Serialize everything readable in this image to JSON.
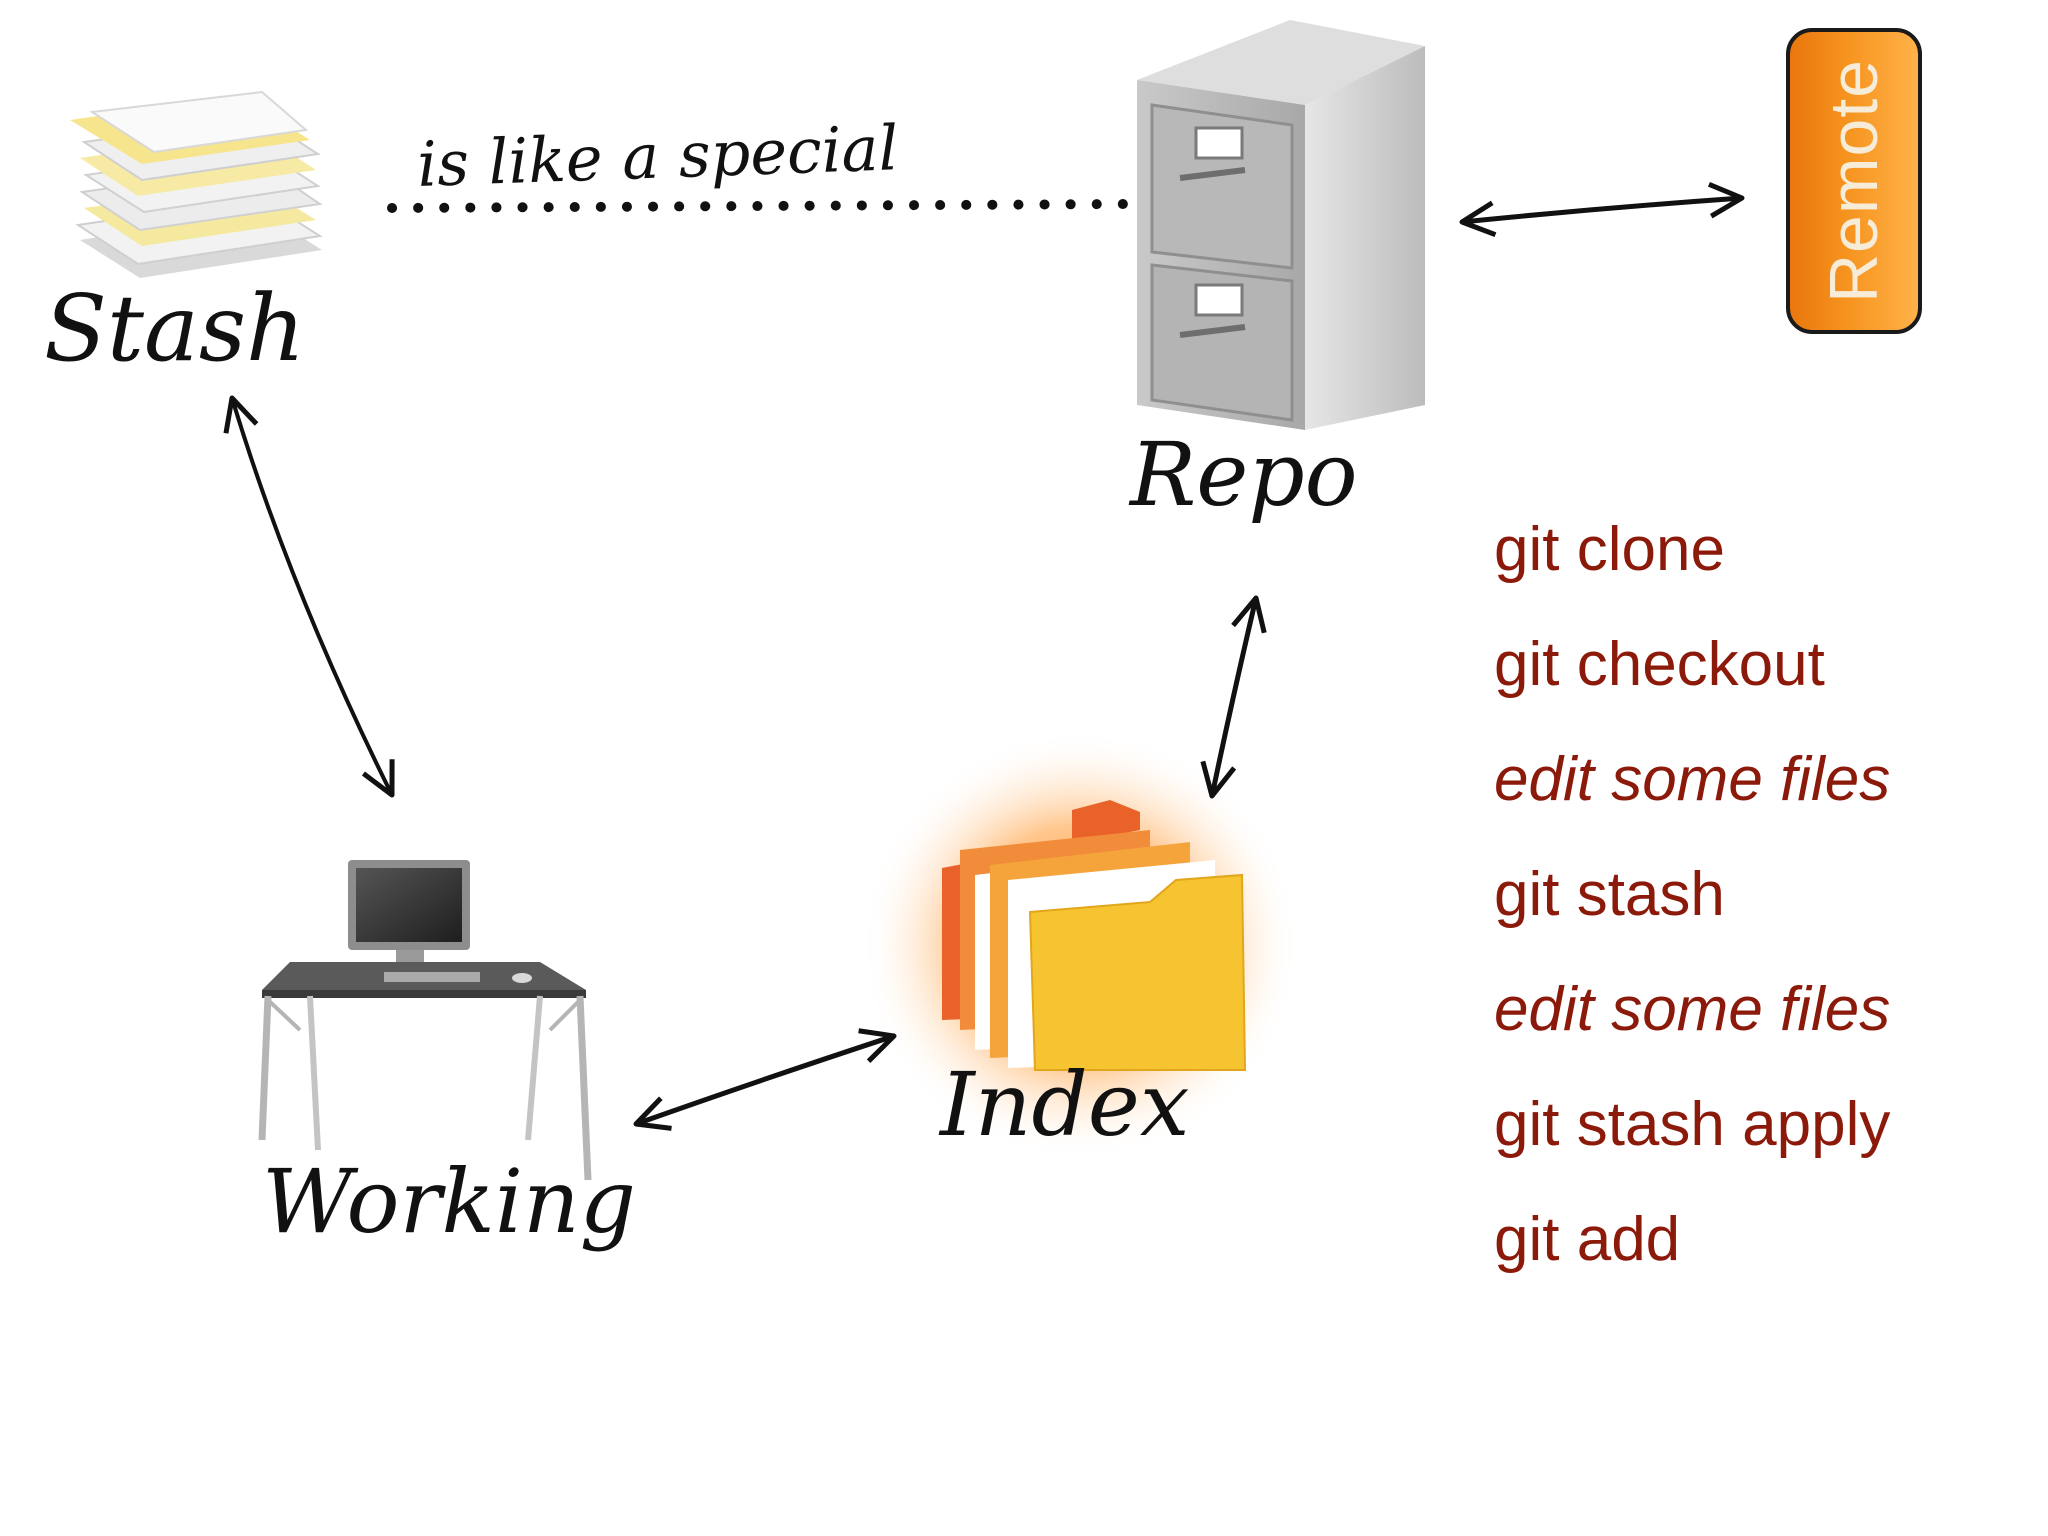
{
  "labels": {
    "stash": "Stash",
    "repo": "Repo",
    "working": "Working",
    "index": "Index",
    "connector": "is like a special"
  },
  "remote": {
    "label": "Remote"
  },
  "commands": [
    {
      "text": "git clone",
      "italic": false
    },
    {
      "text": "git checkout",
      "italic": false
    },
    {
      "text": "edit some files",
      "italic": true
    },
    {
      "text": "git stash",
      "italic": false
    },
    {
      "text": "edit some files",
      "italic": true
    },
    {
      "text": "git stash apply",
      "italic": false
    },
    {
      "text": "git add",
      "italic": false
    }
  ],
  "colors": {
    "command_text": "#8c1a0a",
    "remote_fill": "#f6941f",
    "ink": "#111111"
  }
}
